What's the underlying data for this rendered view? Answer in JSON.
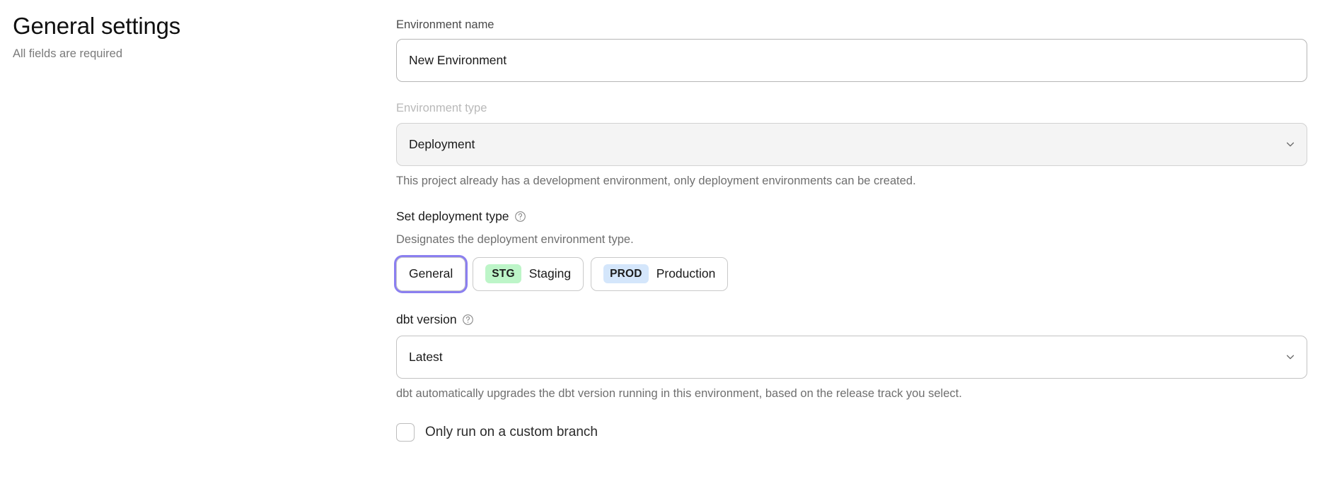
{
  "left": {
    "title": "General settings",
    "subtitle": "All fields are required"
  },
  "form": {
    "environment_name": {
      "label": "Environment name",
      "value": "New Environment",
      "placeholder": "Environment name"
    },
    "environment_type": {
      "label": "Environment type",
      "value": "Deployment",
      "disabled": true,
      "helper": "This project already has a development environment, only deployment environments can be created.",
      "chevron_icon": "chevron-down-icon"
    },
    "deployment_type": {
      "title": "Set deployment type",
      "help_icon": "help-circle-icon",
      "description": "Designates the deployment environment type.",
      "options": [
        {
          "label": "General",
          "badge": "",
          "badge_kind": "",
          "focused": true
        },
        {
          "label": "Staging",
          "badge": "STG",
          "badge_kind": "stg",
          "focused": false
        },
        {
          "label": "Production",
          "badge": "PROD",
          "badge_kind": "prod",
          "focused": false
        }
      ]
    },
    "dbt_version": {
      "title": "dbt version",
      "help_icon": "help-circle-icon",
      "value": "Latest",
      "helper": "dbt automatically upgrades the dbt version running in this environment, based on the release track you select.",
      "chevron_icon": "chevron-down-icon"
    },
    "custom_branch": {
      "label": "Only run on a custom branch",
      "checked": false
    }
  },
  "colors": {
    "focus_ring": "#8b7ff0",
    "badge_stg_bg": "#bdf5c8",
    "badge_prod_bg": "#d4e6fb",
    "disabled_bg": "#f4f4f4"
  }
}
